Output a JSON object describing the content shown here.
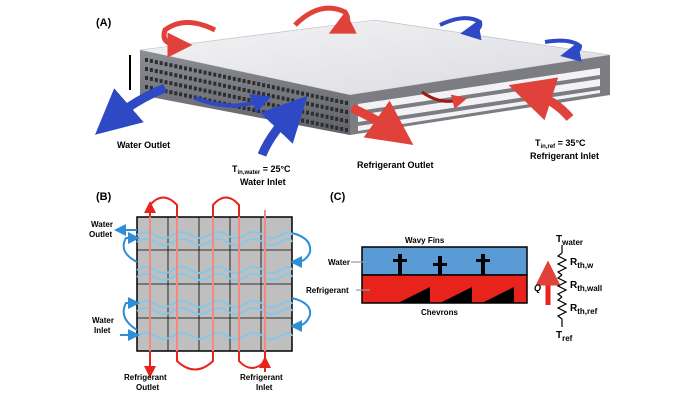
{
  "panel_a": {
    "label": "(A)",
    "water_outlet": "Water Outlet",
    "t_in_water_main": "T",
    "t_in_water_sub": "in,water",
    "t_in_water_value": " = 25°C",
    "water_inlet": "Water Inlet",
    "refrigerant_outlet": "Refrigerant Outlet",
    "t_in_ref_main": "T",
    "t_in_ref_sub": "in,ref",
    "t_in_ref_value": " = 35°C",
    "refrigerant_inlet": "Refrigerant Inlet"
  },
  "panel_b": {
    "label": "(B)",
    "water_outlet_l1": "Water",
    "water_outlet_l2": "Outlet",
    "water_inlet_l1": "Water",
    "water_inlet_l2": "Inlet",
    "ref_outlet_l1": "Refrigerant",
    "ref_outlet_l2": "Outlet",
    "ref_inlet_l1": "Refrigerant",
    "ref_inlet_l2": "Inlet"
  },
  "panel_c": {
    "label": "(C)",
    "wavy_fins": "Wavy Fins",
    "water": "Water",
    "refrigerant": "Refrigerant",
    "chevrons": "Chevrons",
    "q": "Q",
    "t_water_main": "T",
    "t_water_sub": "water",
    "r_w_main": "R",
    "r_w_sub": "th,w",
    "r_wall_main": "R",
    "r_wall_sub": "th,wall",
    "r_ref_main": "R",
    "r_ref_sub": "th,ref",
    "t_ref_main": "T",
    "t_ref_sub": "ref"
  },
  "colors": {
    "water": "#5b9bd5",
    "refrigerant": "#e8231c",
    "arrow_red": "#e0413a",
    "arrow_blue": "#2f49c4",
    "grid_fill": "#bfbfbf",
    "wave": "#7fc8f0",
    "loop_blue": "#2f8ed6"
  }
}
